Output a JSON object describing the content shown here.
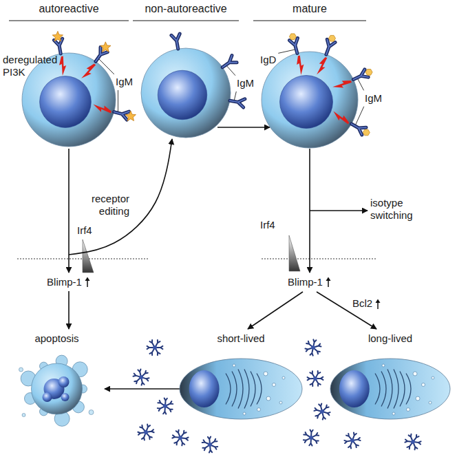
{
  "diagram": {
    "nodes": [
      {
        "text": [
          "autoreactive"
        ]
      },
      {
        "text": [
          "non-autoreactive"
        ]
      },
      {
        "text": [
          "mature"
        ]
      },
      {
        "text": [
          "Blimp-1"
        ]
      },
      {
        "text": [
          "Blimp-1"
        ]
      },
      {
        "text": [
          "apoptosis"
        ]
      },
      {
        "text": [
          "short-lived"
        ]
      },
      {
        "text": [
          "long-lived"
        ]
      },
      {
        "text": [
          "isotype switching"
        ]
      }
    ],
    "edges": [
      {
        "from": 0,
        "to": 3,
        "arrow": "to"
      },
      {
        "from": 0,
        "to": 1,
        "label": "receptor editing",
        "arrow": "to"
      },
      {
        "from": 1,
        "to": 2,
        "arrow": "to"
      },
      {
        "from": 2,
        "to": 4,
        "arrow": "to"
      },
      {
        "from": 2,
        "to": 8,
        "arrow": "to"
      },
      {
        "from": 3,
        "to": 5,
        "arrow": "to"
      },
      {
        "from": 4,
        "to": 6,
        "arrow": "to"
      },
      {
        "from": 4,
        "to": 7,
        "label": "Bcl2",
        "arrow": "to"
      },
      {
        "from": 6,
        "to": 5,
        "arrow": "to"
      }
    ],
    "labels": [
      "deregulated PI3K",
      "IgM",
      "IgM",
      "IgD",
      "IgM",
      "Irf4",
      "Irf4"
    ]
  }
}
